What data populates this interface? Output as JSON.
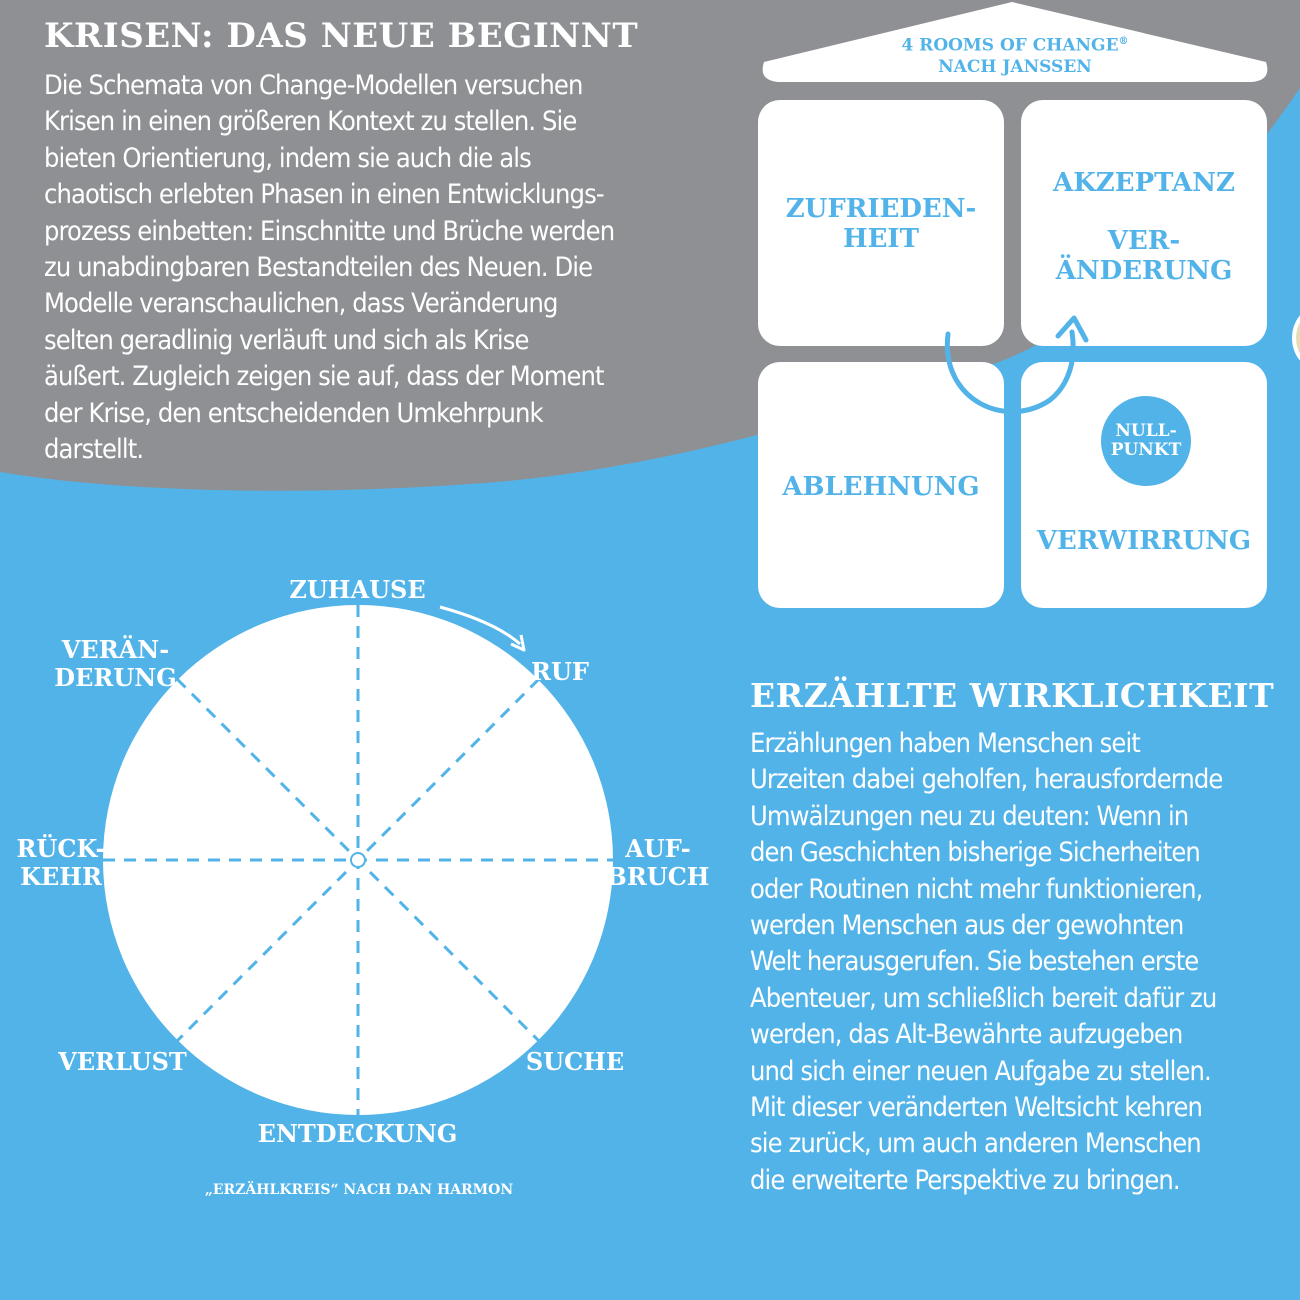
{
  "colors": {
    "background_blue": "#52b3e9",
    "header_gray": "#8f9093",
    "white": "#ffffff"
  },
  "intro": {
    "title": "KRISEN: DAS NEUE BEGINNT",
    "text": "Die Schemata von Change-Modellen versuchen\nKrisen in einen größeren Kontext zu stellen. Sie\nbieten Orientierung, indem sie auch die als\nchaotisch erlebten Phasen in einen Entwicklungs-\nprozess einbetten: Einschnitte und Brüche werden\nzu unabdingbaren Bestandteilen des Neuen. Die\nModelle veranschaulichen, dass Veränderung\nselten geradlinig verläuft und sich als Krise\näußert. Zugleich zeigen sie auf, dass der Moment\nder Krise, den entscheidenden Umkehrpunk\ndarstellt."
  },
  "rooms_model": {
    "roof_title_line1": "4 ROOMS OF CHANGE",
    "roof_registered": "®",
    "roof_title_line2": "NACH JANSSEN",
    "room_top_left": "ZUFRIEDEN-\nHEIT",
    "room_top_right_a": "AKZEPTANZ",
    "room_top_right_b": "VER-\nÄNDERUNG",
    "room_bottom_left": "ABLEHNUNG",
    "room_bottom_right": "VERWIRRUNG",
    "nullpunkt": "NULL-\nPUNKT"
  },
  "wheel": {
    "stages": {
      "top": "ZUHAUSE",
      "top_right": "RUF",
      "right": "AUF-\nBRUCH",
      "bottom_right": "SUCHE",
      "bottom": "ENTDECKUNG",
      "bottom_left": "VERLUST",
      "left": "RÜCK-\nKEHR",
      "top_left": "VERÄN-\nDERUNG"
    },
    "caption": "„ERZÄHLKREIS“ NACH DAN HARMON"
  },
  "narrative": {
    "title": "ERZÄHLTE WIRKLICHKEIT",
    "text": "Erzählungen haben Menschen seit\nUrzeiten dabei geholfen, herausfordernde\nUmwälzungen neu zu deuten: Wenn in\nden Geschichten bisherige Sicherheiten\noder Routinen nicht mehr funktionieren,\nwerden Menschen aus der gewohnten\nWelt herausgerufen. Sie bestehen erste\nAbenteuer, um schließlich bereit dafür zu\nwerden, das Alt-Bewährte aufzugeben\nund sich einer neuen Aufgabe zu stellen.\nMit dieser veränderten Weltsicht kehren\nsie zurück, um auch anderen Menschen\ndie erweiterte Perspektive zu bringen."
  }
}
